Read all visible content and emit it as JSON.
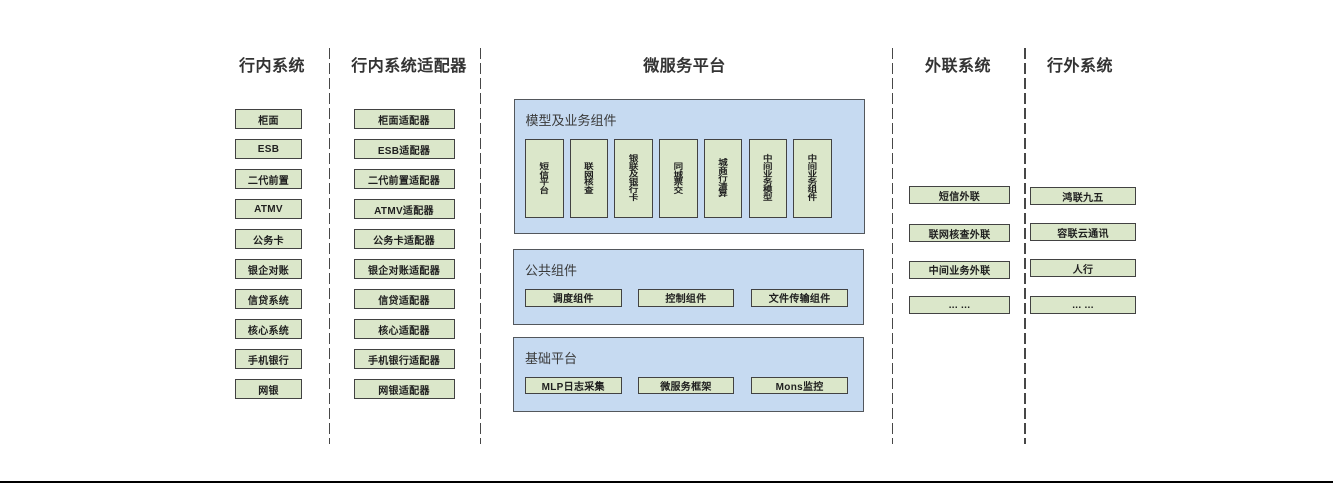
{
  "diagram": {
    "columns": [
      {
        "header": "行内系统",
        "boxes": [
          "柜面",
          "ESB",
          "二代前置",
          "ATMV",
          "公务卡",
          "银企对账",
          "信贷系统",
          "核心系统",
          "手机银行",
          "网银"
        ]
      },
      {
        "header": "行内系统适配器",
        "boxes": [
          "柜面适配器",
          "ESB适配器",
          "二代前置适配器",
          "ATMV适配器",
          "公务卡适配器",
          "银企对账适配器",
          "信贷适配器",
          "核心适配器",
          "手机银行适配器",
          "网银适配器"
        ]
      },
      {
        "header": "微服务平台",
        "panels": [
          {
            "title": "模型及业务组件",
            "boxes": [
              "短信平台",
              "联网核查",
              "银联及银行卡",
              "同城票交",
              "城商行清算",
              "中间业务模型",
              "中间业务组件"
            ]
          },
          {
            "title": "公共组件",
            "boxes": [
              "调度组件",
              "控制组件",
              "文件传输组件"
            ]
          },
          {
            "title": "基础平台",
            "boxes": [
              "MLP日志采集",
              "微服务框架",
              "Mons监控"
            ]
          }
        ]
      },
      {
        "header": "外联系统",
        "boxes": [
          "短信外联",
          "联网核查外联",
          "中间业务外联",
          "... ..."
        ]
      },
      {
        "header": "行外系统",
        "boxes": [
          "鸿联九五",
          "容联云通讯",
          "人行",
          "... ..."
        ]
      }
    ],
    "colors": {
      "node_fill": "#dbe7ca",
      "node_border": "#424242",
      "panel_fill": "#c6daf1",
      "panel_border": "#53575c",
      "header_text": "#333333",
      "node_text": "#1f1f1f",
      "divider": "#474747",
      "bottom_rule": "#000000"
    }
  }
}
